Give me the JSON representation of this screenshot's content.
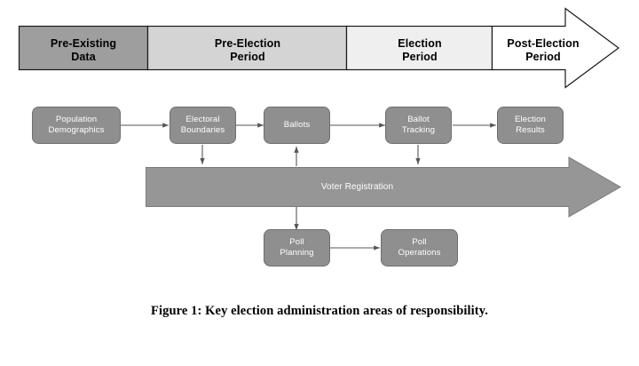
{
  "figure": {
    "caption": "Figure 1: Key election administration areas of responsibility.",
    "title": "Key election administration areas of responsibility"
  },
  "timeline": {
    "orientation": "left-to-right",
    "arrow_direction": "right",
    "phases": [
      {
        "id": "pre-existing-data",
        "label": "Pre-Existing\nData",
        "fill": "#9e9e9e",
        "text_color": "#000000"
      },
      {
        "id": "pre-election-period",
        "label": "Pre-Election\nPeriod",
        "fill": "#d4d4d4",
        "text_color": "#000000"
      },
      {
        "id": "election-period",
        "label": "Election\nPeriod",
        "fill": "#efefef",
        "text_color": "#000000"
      },
      {
        "id": "post-election-period",
        "label": "Post-Election\nPeriod",
        "fill": "#ffffff",
        "text_color": "#000000"
      }
    ]
  },
  "process": {
    "nodes": [
      {
        "id": "population-demographics",
        "label": "Population\nDemographics"
      },
      {
        "id": "electoral-boundaries",
        "label": "Electoral\nBoundaries"
      },
      {
        "id": "ballots",
        "label": "Ballots"
      },
      {
        "id": "ballot-tracking",
        "label": "Ballot\nTracking"
      },
      {
        "id": "election-results",
        "label": "Election\nResults"
      },
      {
        "id": "poll-planning",
        "label": "Poll\nPlanning"
      },
      {
        "id": "poll-operations",
        "label": "Poll\nOperations"
      }
    ],
    "band": {
      "id": "voter-registration",
      "label": "Voter Registration",
      "fill": "#969696",
      "arrow_direction": "right"
    },
    "connections": [
      {
        "from": "population-demographics",
        "to": "electoral-boundaries",
        "type": "arrow-right"
      },
      {
        "from": "electoral-boundaries",
        "to": "ballots",
        "type": "arrow-right"
      },
      {
        "from": "ballots",
        "to": "ballot-tracking",
        "type": "arrow-right"
      },
      {
        "from": "ballot-tracking",
        "to": "election-results",
        "type": "arrow-right"
      },
      {
        "from": "electoral-boundaries",
        "to": "voter-registration",
        "type": "arrow-down"
      },
      {
        "from": "voter-registration",
        "to": "ballots",
        "type": "arrow-up"
      },
      {
        "from": "ballot-tracking",
        "to": "voter-registration",
        "type": "arrow-down"
      },
      {
        "from": "voter-registration",
        "to": "poll-planning",
        "type": "arrow-down"
      },
      {
        "from": "poll-planning",
        "to": "poll-operations",
        "type": "arrow-right"
      }
    ]
  },
  "colors": {
    "node_fill": "#8f8f8f",
    "node_stroke": "#6e6e6e",
    "node_text": "#ffffff",
    "band_fill": "#969696",
    "band_stroke": "#7a7a7a",
    "connector": "#555555",
    "timeline_stroke": "#1a1a1a",
    "background": "#ffffff"
  }
}
